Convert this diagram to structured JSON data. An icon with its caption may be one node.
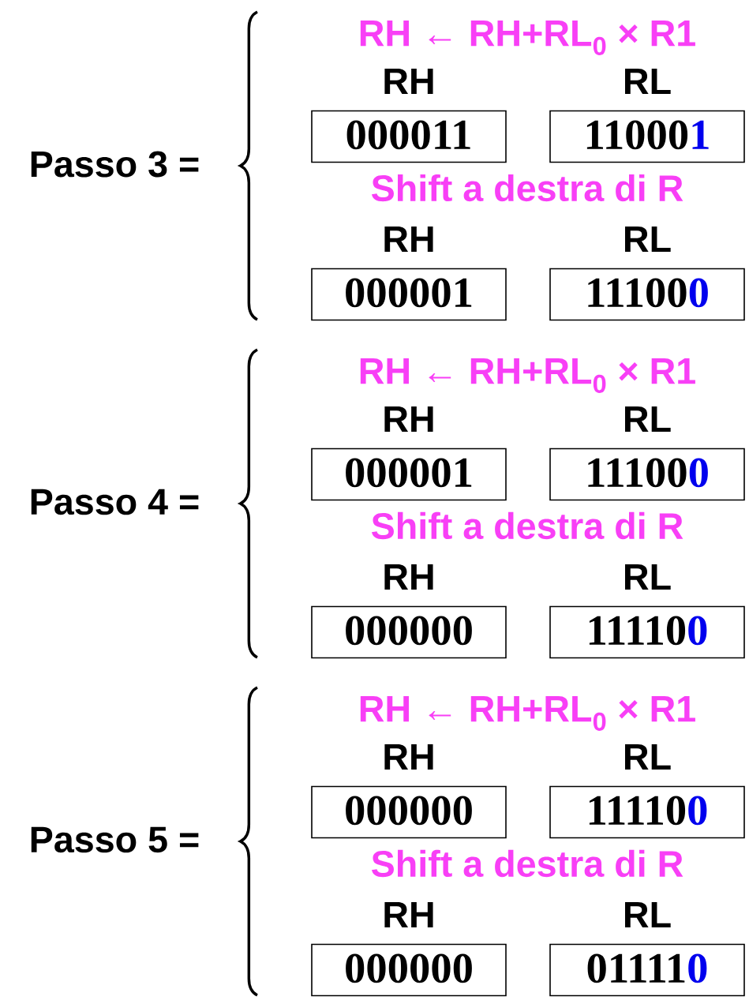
{
  "diagram": {
    "nodes": [
      {
        "text": [
          "RH",
          "000011"
        ]
      },
      {
        "text": [
          "RL",
          "11000",
          "1"
        ]
      },
      {
        "text": [
          "RH",
          "000001"
        ]
      },
      {
        "text": [
          "RL",
          "11100",
          "0"
        ]
      },
      {
        "text": [
          "RH",
          "000001"
        ]
      },
      {
        "text": [
          "RL",
          "11100",
          "0"
        ]
      },
      {
        "text": [
          "RH",
          "000000"
        ]
      },
      {
        "text": [
          "RL",
          "11110",
          "0"
        ]
      },
      {
        "text": [
          "RH",
          "000000"
        ]
      },
      {
        "text": [
          "RL",
          "11110",
          "0"
        ]
      },
      {
        "text": [
          "RH",
          "000000"
        ]
      },
      {
        "text": [
          "RL",
          "01111",
          "0"
        ]
      }
    ],
    "labels": [
      "Passo 3 =",
      "RH ← RH+RL$_{0}$ × R1",
      "Shift a destra di R",
      "Passo 4 =",
      "RH ← RH+RL$_{0}$ × R1",
      "Shift a destra di R",
      "Passo 5 =",
      "RH ← RH+RL$_{0}$ × R1",
      "Shift a destra di R"
    ]
  }
}
